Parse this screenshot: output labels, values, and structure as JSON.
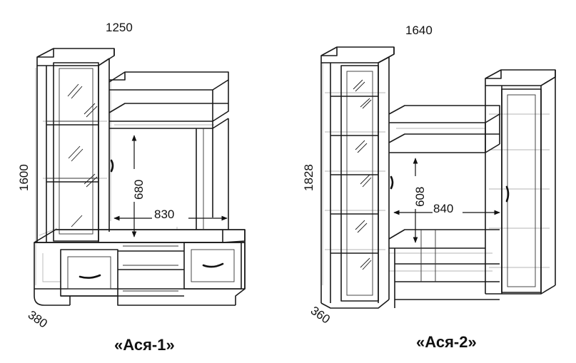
{
  "products": [
    {
      "name": "«Ася-1»",
      "width": "1250",
      "height": "1600",
      "depth": "380",
      "niche_height": "680",
      "niche_width": "830"
    },
    {
      "name": "«Ася-2»",
      "width": "1640",
      "height": "1828",
      "depth": "360",
      "niche_height": "608",
      "niche_width": "840"
    }
  ]
}
